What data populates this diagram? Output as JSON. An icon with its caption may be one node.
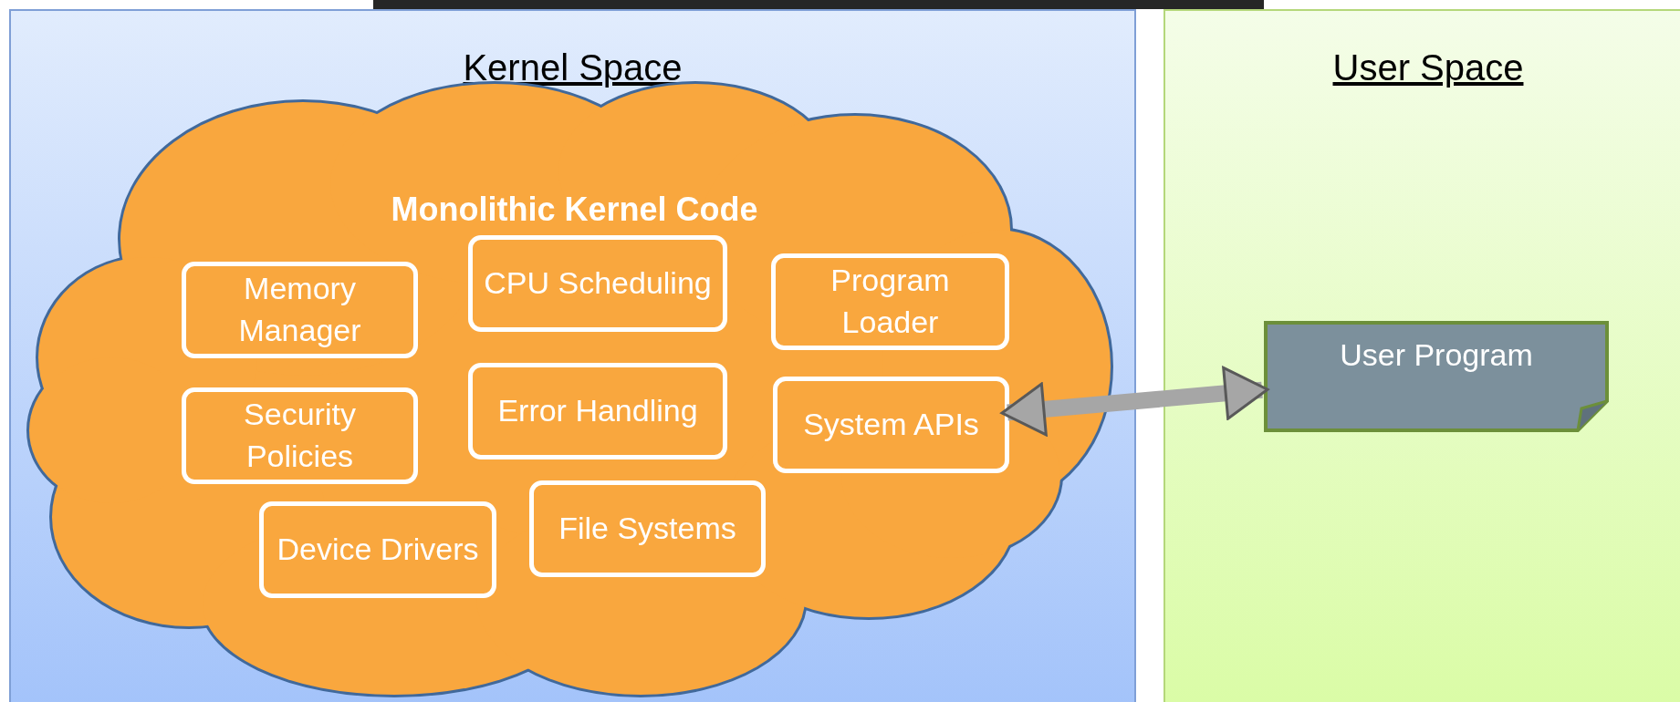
{
  "diagram": {
    "nodes": [
      {
        "text": [
          "Kernel Space"
        ]
      },
      {
        "text": [
          "Monolithic Kernel Code"
        ],
        "in": 0
      },
      {
        "text": [
          "Memory Manager"
        ],
        "in": 1
      },
      {
        "text": [
          "CPU Scheduling"
        ],
        "in": 1
      },
      {
        "text": [
          "Program Loader"
        ],
        "in": 1
      },
      {
        "text": [
          "Security Policies"
        ],
        "in": 1
      },
      {
        "text": [
          "Error Handling"
        ],
        "in": 1
      },
      {
        "text": [
          "System APIs"
        ],
        "in": 1
      },
      {
        "text": [
          "Device Drivers"
        ],
        "in": 1
      },
      {
        "text": [
          "File Systems"
        ],
        "in": 1
      },
      {
        "text": [
          "User Space"
        ]
      },
      {
        "text": [
          "User Program"
        ],
        "in": 10
      }
    ],
    "edges": [
      {
        "from": 7,
        "to": 11,
        "arrow": "both",
        "color": "#a6a6a6"
      }
    ]
  }
}
